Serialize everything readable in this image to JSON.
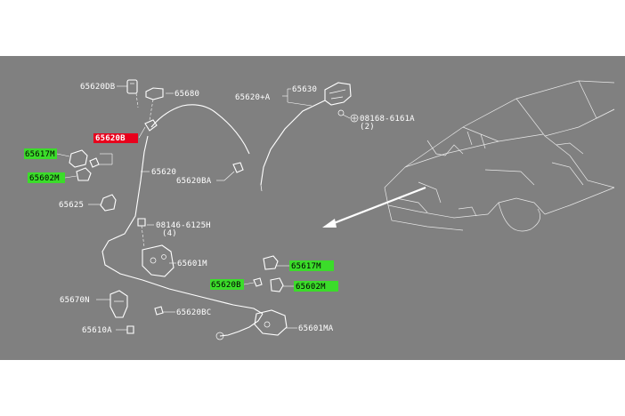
{
  "colors": {
    "panel_background": "#808080",
    "line_color": "#ffffff",
    "highlight_red": "#e8001c",
    "highlight_green": "#3bdc2a"
  },
  "labels": {
    "p65620DB": "65620DB",
    "p65680": "65680",
    "p65630": "65630",
    "p65620A": "65620+A",
    "p08168": "08168-6161A",
    "p08168_qty": "(2)",
    "p65620B_top": "65620B",
    "p65617M_left": "65617M",
    "p65602M_left": "65602M",
    "p65620": "65620",
    "p65620BA": "65620BA",
    "p65625": "65625",
    "p08146": "08146-6125H",
    "p08146_qty": "(4)",
    "p65601M": "65601M",
    "p65617M_right": "65617M",
    "p65620B_mid": "65620B",
    "p65602M_right": "65602M",
    "p65670N": "65670N",
    "p65620BC": "65620BC",
    "p65610A": "65610A",
    "p65601MA": "65601MA"
  }
}
